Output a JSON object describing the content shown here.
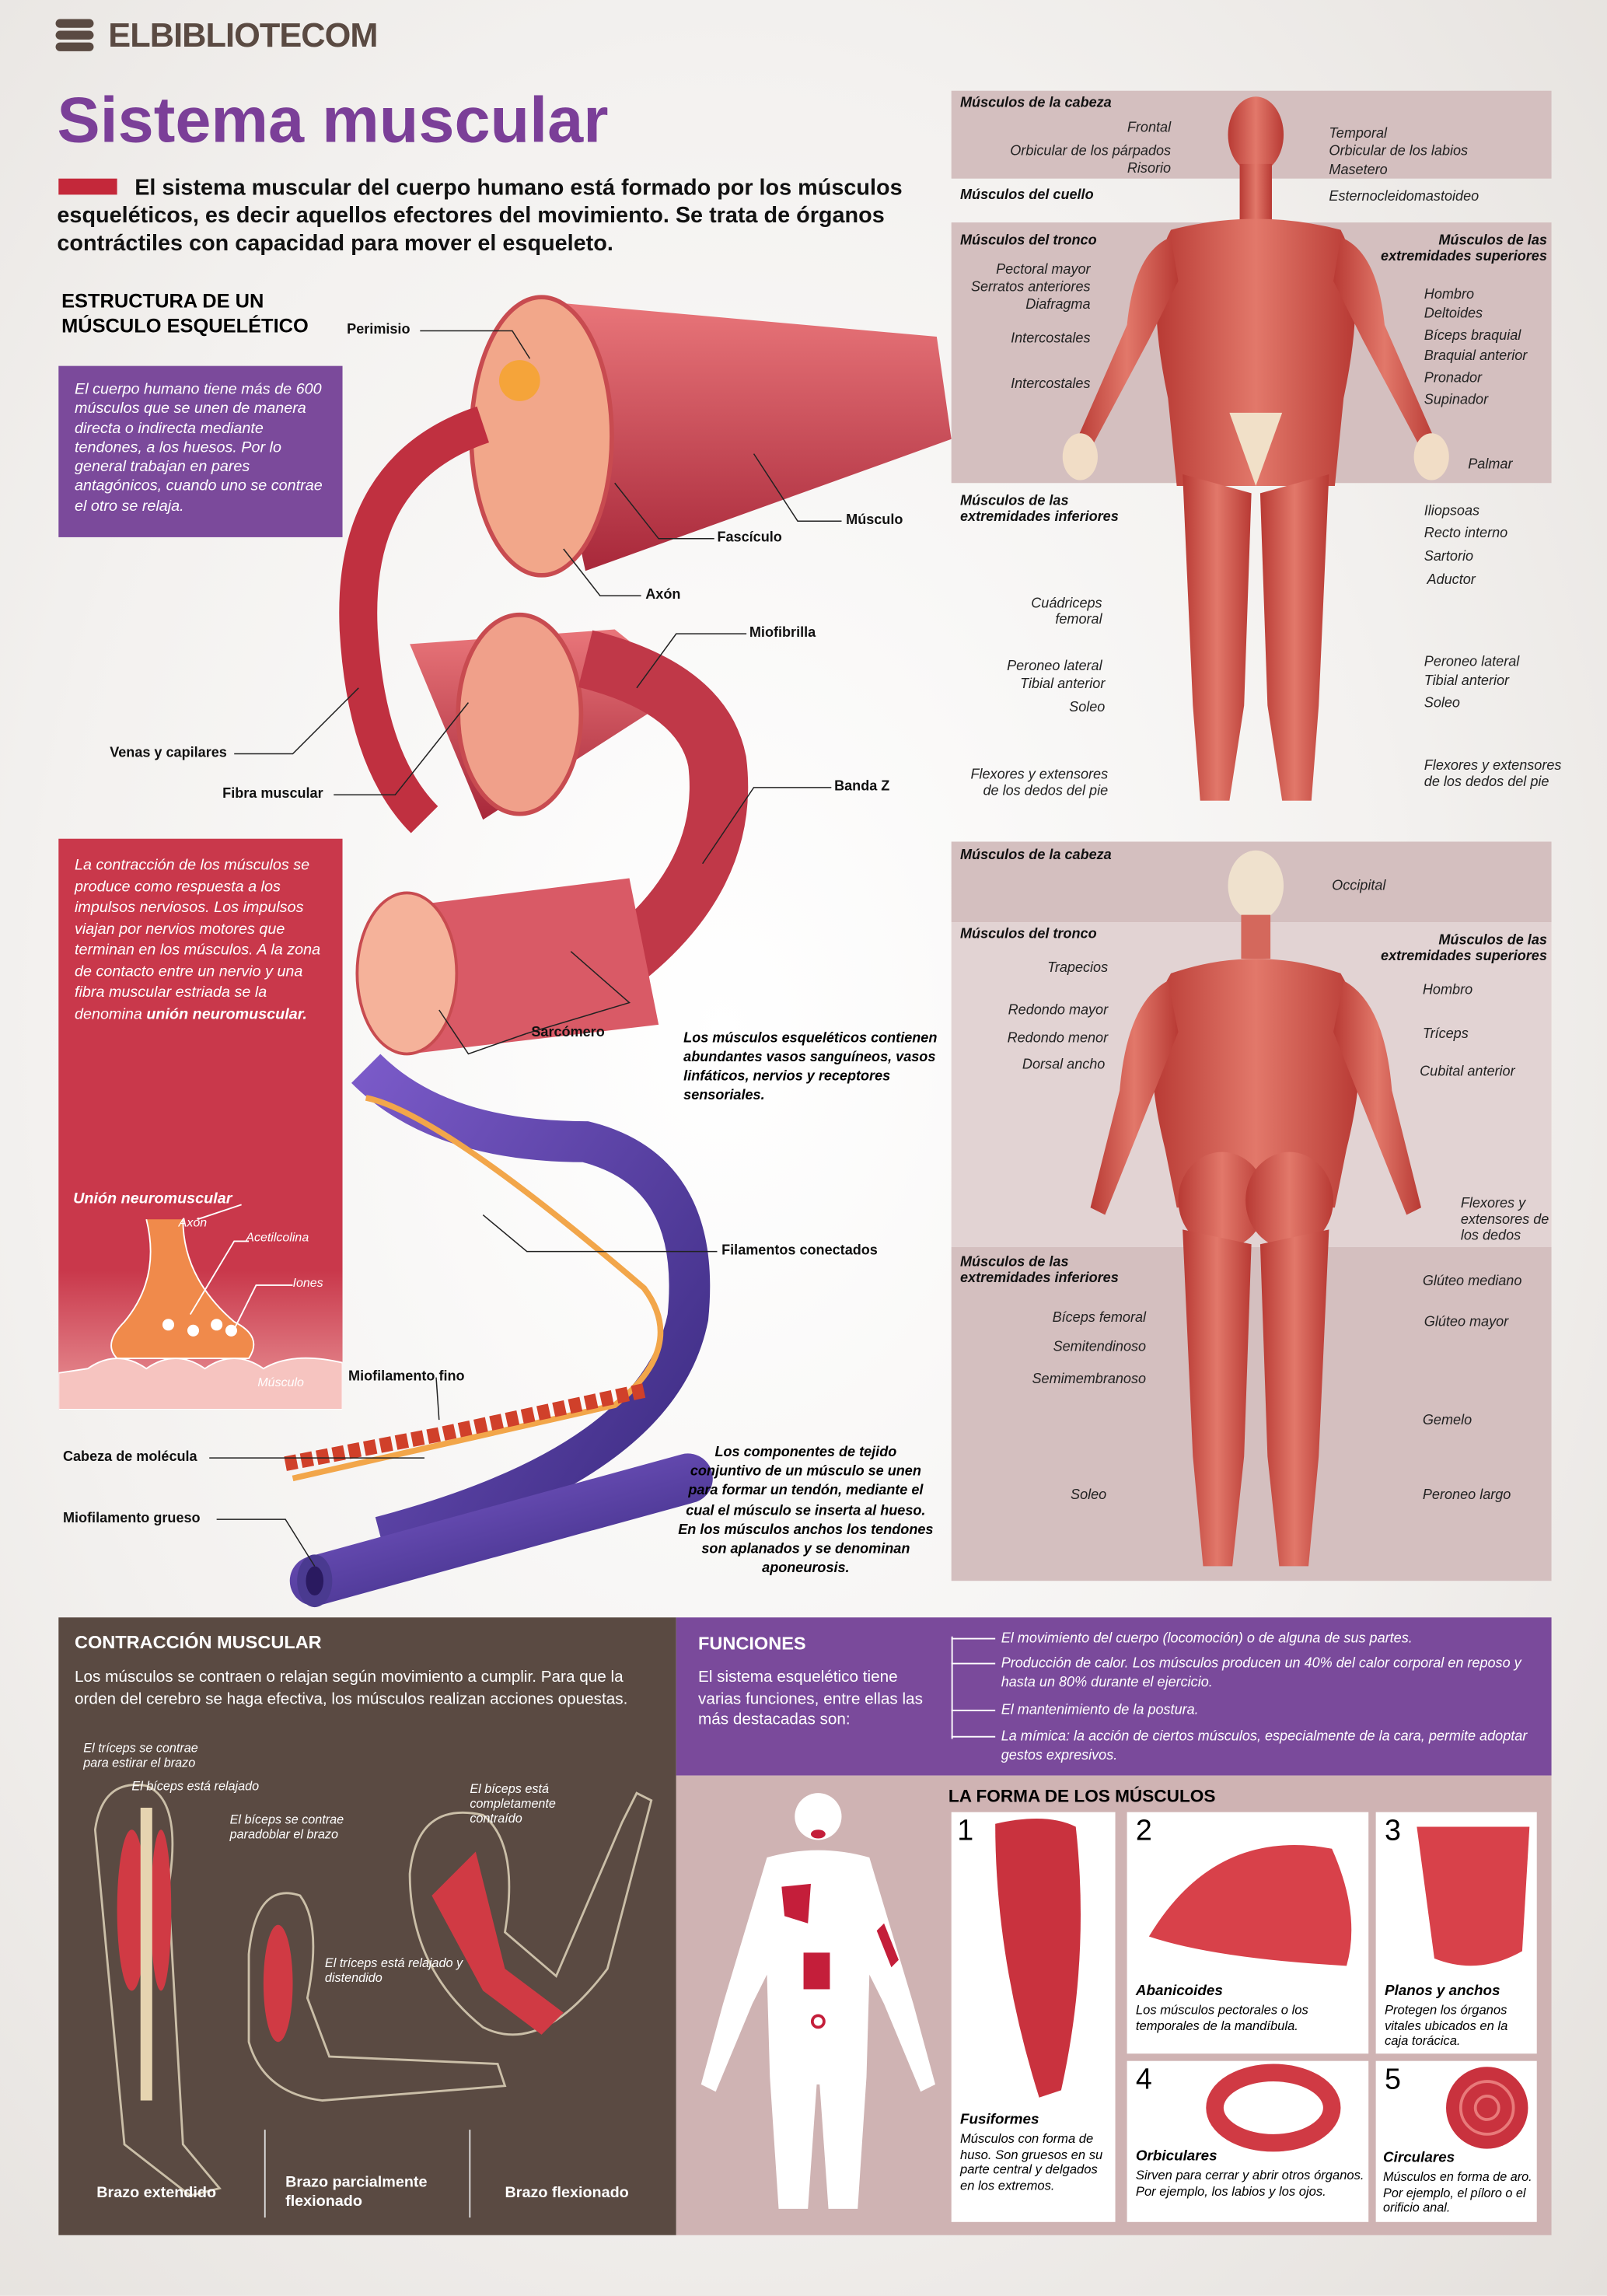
{
  "brand": {
    "name": "ELBIBLIOTECOM"
  },
  "header": {
    "title": "Sistema muscular",
    "intro": "El sistema muscular del cuerpo humano está formado por los músculos esqueléticos, es decir aquellos efectores del movimiento. Se trata de órganos contráctiles con capacidad para mover el esqueleto.",
    "accent": "#c4283a",
    "title_color": "#7b3f98"
  },
  "estructura": {
    "title": "ESTRUCTURA DE UN MÚSCULO ESQUELÉTICO",
    "purple_note": "El cuerpo humano tiene más de 600 músculos que se unen de manera directa o indirecta mediante tendones, a los huesos. Por lo general trabajan en pares antagónicos, cuando uno se contrae el otro se relaja.",
    "red_note": "La contracción de los músculos se produce como respuesta a los impulsos nerviosos. Los impulsos viajan por nervios motores que terminan en los músculos. A la zona de contacto entre un nervio y una fibra muscular estriada se la denomina",
    "red_note_bold": "unión neuromuscular.",
    "labels": [
      "Perimisio",
      "Músculo",
      "Fascículo",
      "Axón",
      "Miofibrilla",
      "Venas y capilares",
      "Fibra muscular",
      "Banda Z",
      "Sarcómero",
      "Filamentos conectados",
      "Miofilamento fino",
      "Cabeza de molécula",
      "Miofilamento grueso"
    ],
    "note_vessels": "Los músculos esqueléticos contienen abundantes vasos sanguíneos, vasos linfáticos, nervios y receptores sensoriales.",
    "note_tendon": "Los componentes de tejido conjuntivo de un músculo se unen para formar un tendón, mediante el cual el músculo se inserta al hueso. En los músculos anchos los tendones son aplanados y se denominan aponeurosis.",
    "union": {
      "title": "Unión neuromuscular",
      "labels": [
        "Axón",
        "Acetilcolina",
        "Iones",
        "Músculo"
      ]
    }
  },
  "front": {
    "groups": [
      "Músculos de la cabeza",
      "Músculos del cuello",
      "Músculos del tronco",
      "Músculos de las extremidades superiores",
      "Músculos de las extremidades inferiores"
    ],
    "labels": [
      "Frontal",
      "Orbicular de los párpados",
      "Risorio",
      "Temporal",
      "Orbicular de los labios",
      "Masetero",
      "Esternocleidomastoideo",
      "Pectoral mayor",
      "Serratos anteriores",
      "Diafragma",
      "Intercostales",
      "Intercostales",
      "Hombro",
      "Deltoides",
      "Bíceps braquial",
      "Braquial anterior",
      "Pronador",
      "Supinador",
      "Palmar",
      "Iliopsoas",
      "Recto interno",
      "Sartorio",
      "Aductor",
      "Cuádriceps femoral",
      "Peroneo lateral",
      "Tibial anterior",
      "Soleo",
      "Flexores y extensores de los dedos del pie",
      "Peroneo lateral",
      "Tibial anterior",
      "Soleo",
      "Flexores y extensores de los dedos del pie"
    ]
  },
  "back": {
    "groups": [
      "Músculos de la cabeza",
      "Músculos del tronco",
      "Músculos de las extremidades superiores",
      "Músculos de las extremidades inferiores"
    ],
    "labels": [
      "Occipital",
      "Trapecios",
      "Redondo mayor",
      "Redondo menor",
      "Dorsal ancho",
      "Hombro",
      "Tríceps",
      "Cubital anterior",
      "Flexores y extensores de los dedos",
      "Glúteo mediano",
      "Glúteo mayor",
      "Bíceps femoral",
      "Semitendinoso",
      "Semimembranoso",
      "Gemelo",
      "Soleo",
      "Peroneo largo"
    ]
  },
  "contraccion": {
    "title": "CONTRACCIÓN MUSCULAR",
    "text": "Los músculos se contraen o relajan según movimiento a cumplir. Para que la orden del cerebro se haga efectiva, los músculos realizan acciones opuestas.",
    "labels": [
      "El tríceps se contrae para estirar el brazo",
      "El bíceps está relajado",
      "El bíceps se contrae paradoblar el brazo",
      "El bíceps está completamente contraído",
      "El tríceps está relajado y distendido"
    ],
    "captions": [
      "Brazo extendido",
      "Brazo parcialmente flexionado",
      "Brazo flexionado"
    ]
  },
  "funciones": {
    "title": "FUNCIONES",
    "text": "El sistema esquelético tiene varias funciones, entre ellas las más destacadas son:",
    "items": [
      "El movimiento del cuerpo (locomoción) o de alguna de sus partes.",
      "Producción de calor. Los músculos producen un 40% del calor corporal en reposo y hasta un 80% durante el ejercicio.",
      "El mantenimiento de la postura.",
      "La mímica: la acción de ciertos músculos, especialmente de la cara, permite adoptar gestos expresivos."
    ]
  },
  "forma": {
    "title": "LA FORMA DE LOS MÚSCULOS",
    "cards": [
      {
        "num": "1",
        "name": "Fusiformes",
        "desc": "Músculos con forma de huso. Son gruesos en su parte central y delgados en los extremos."
      },
      {
        "num": "2",
        "name": "Abanicoides",
        "desc": "Los músculos pectorales o los temporales de la mandíbula."
      },
      {
        "num": "3",
        "name": "Planos y anchos",
        "desc": "Protegen los órganos vitales ubicados en la caja torácica."
      },
      {
        "num": "4",
        "name": "Orbiculares",
        "desc": "Sirven para cerrar y abrir otros órganos. Por ejemplo, los labios y los ojos."
      },
      {
        "num": "5",
        "name": "Circulares",
        "desc": "Músculos en forma de aro. Por ejemplo, el píloro o el orificio anal."
      }
    ]
  }
}
